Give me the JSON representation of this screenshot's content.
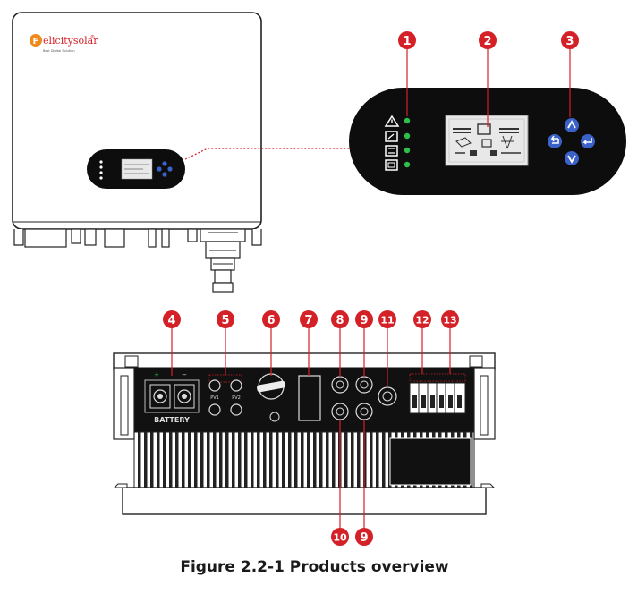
{
  "brand": {
    "name": "Felicitysolar",
    "logo_text": "elicitysolar",
    "logo_initial": "F",
    "registered": "®",
    "tagline": "Best Digital Solution"
  },
  "callouts": {
    "c1": "1",
    "c2": "2",
    "c3": "3",
    "c4": "4",
    "c5": "5",
    "c6": "6",
    "c7": "7",
    "c8": "8",
    "c9": "9",
    "c11": "11",
    "c12": "12",
    "c13": "13",
    "c10b": "10",
    "c9b": "9"
  },
  "bottom_labels": {
    "battery": "BATTERY",
    "pv1": "PV1",
    "pv2": "PV2"
  },
  "caption": "Figure 2.2-1  Products overview",
  "colors": {
    "callout_red": "#d42027",
    "panel_black": "#0d0d0d",
    "led_green": "#2fbf4a",
    "button_blue": "#3b62c9",
    "lcd": "#e8e8e8"
  }
}
